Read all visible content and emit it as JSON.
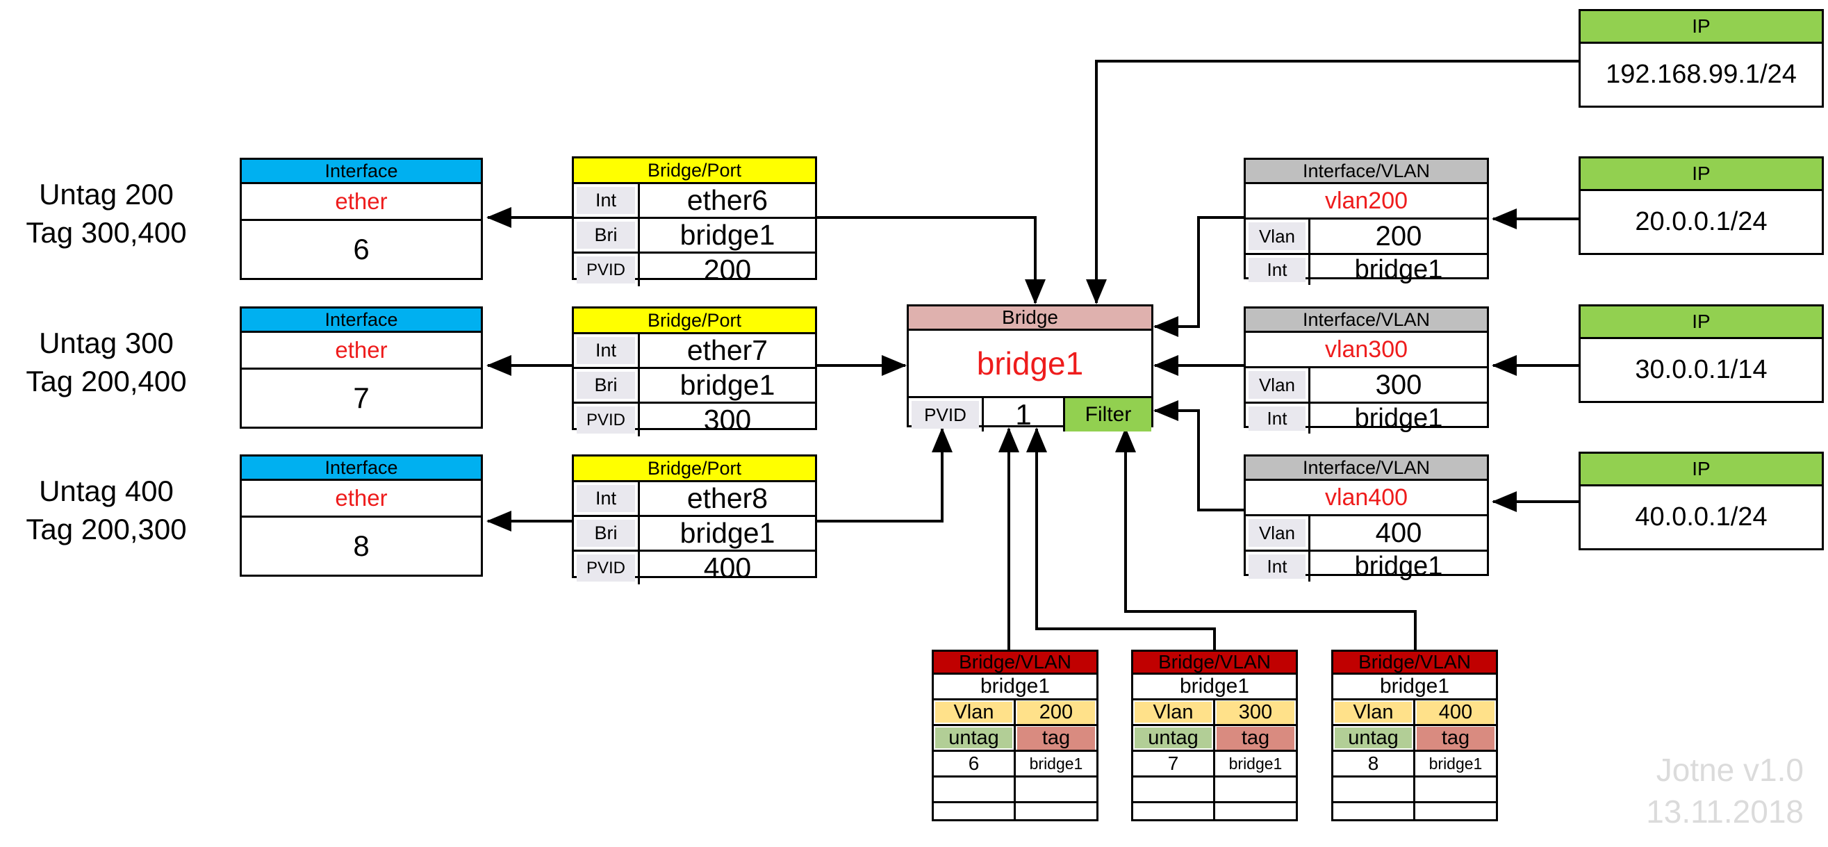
{
  "colors": {
    "interface_header": "#00B0F0",
    "bridge_port_header": "#FFFF00",
    "bridge_header": "#DFB1AE",
    "interface_vlan_header": "#BFBFBF",
    "ip_header": "#92D050",
    "bridge_vlan_header": "#C00000",
    "filter_cell": "#92D050",
    "vlan_row_cell": "#FFE18A",
    "untag_cell": "#B2CE96",
    "tag_cell": "#D98B80",
    "label_cell": "#E9E8EE",
    "name_text_red": "#EE1C1C",
    "watermark_gray": "#DBDBDB"
  },
  "port_groups": [
    {
      "untag_label": "Untag 200",
      "tag_label": "Tag 300,400",
      "interface": {
        "header": "Interface",
        "name": "ether",
        "number": "6"
      },
      "bridge_port": {
        "header": "Bridge/Port",
        "int_label": "Int",
        "int_value": "ether6",
        "bri_label": "Bri",
        "bri_value": "bridge1",
        "pvid_label": "PVID",
        "pvid_value": "200"
      }
    },
    {
      "untag_label": "Untag 300",
      "tag_label": "Tag 200,400",
      "interface": {
        "header": "Interface",
        "name": "ether",
        "number": "7"
      },
      "bridge_port": {
        "header": "Bridge/Port",
        "int_label": "Int",
        "int_value": "ether7",
        "bri_label": "Bri",
        "bri_value": "bridge1",
        "pvid_label": "PVID",
        "pvid_value": "300"
      }
    },
    {
      "untag_label": "Untag 400",
      "tag_label": "Tag 200,300",
      "interface": {
        "header": "Interface",
        "name": "ether",
        "number": "8"
      },
      "bridge_port": {
        "header": "Bridge/Port",
        "int_label": "Int",
        "int_value": "ether8",
        "bri_label": "Bri",
        "bri_value": "bridge1",
        "pvid_label": "PVID",
        "pvid_value": "400"
      }
    }
  ],
  "bridge": {
    "header": "Bridge",
    "name": "bridge1",
    "pvid_label": "PVID",
    "pvid_value": "1",
    "filter_label": "Filter"
  },
  "vlan_interfaces": [
    {
      "header": "Interface/VLAN",
      "name": "vlan200",
      "vlan_label": "Vlan",
      "vlan_value": "200",
      "int_label": "Int",
      "int_value": "bridge1"
    },
    {
      "header": "Interface/VLAN",
      "name": "vlan300",
      "vlan_label": "Vlan",
      "vlan_value": "300",
      "int_label": "Int",
      "int_value": "bridge1"
    },
    {
      "header": "Interface/VLAN",
      "name": "vlan400",
      "vlan_label": "Vlan",
      "vlan_value": "400",
      "int_label": "Int",
      "int_value": "bridge1"
    }
  ],
  "ip_boxes": [
    {
      "header": "IP",
      "address": "192.168.99.1/24"
    },
    {
      "header": "IP",
      "address": "20.0.0.1/24"
    },
    {
      "header": "IP",
      "address": "30.0.0.1/14"
    },
    {
      "header": "IP",
      "address": "40.0.0.1/24"
    }
  ],
  "bridge_vlan_tables": [
    {
      "header": "Bridge/VLAN",
      "bridge_name": "bridge1",
      "vlan_label": "Vlan",
      "vlan_value": "200",
      "untag_label": "untag",
      "tag_label": "tag",
      "untag_value": "6",
      "tag_value": "bridge1"
    },
    {
      "header": "Bridge/VLAN",
      "bridge_name": "bridge1",
      "vlan_label": "Vlan",
      "vlan_value": "300",
      "untag_label": "untag",
      "tag_label": "tag",
      "untag_value": "7",
      "tag_value": "bridge1"
    },
    {
      "header": "Bridge/VLAN",
      "bridge_name": "bridge1",
      "vlan_label": "Vlan",
      "vlan_value": "400",
      "untag_label": "untag",
      "tag_label": "tag",
      "untag_value": "8",
      "tag_value": "bridge1"
    }
  ],
  "watermark": {
    "line1": "Jotne  v1.0",
    "line2": "13.11.2018"
  }
}
